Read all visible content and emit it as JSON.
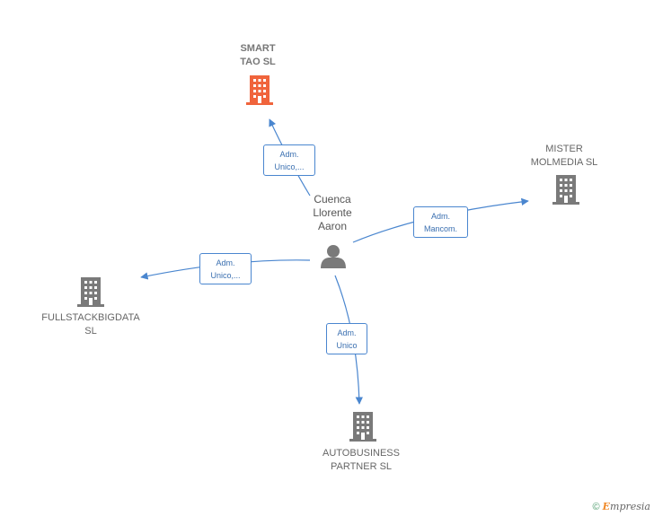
{
  "center": {
    "name": "Cuenca\nLlorente\nAaron"
  },
  "companies": [
    {
      "name": "SMART\nTAO  SL",
      "highlight": true
    },
    {
      "name": "MISTER\nMOLMEDIA SL"
    },
    {
      "name": "FULLSTACKBIGDATA\nSL"
    },
    {
      "name": "AUTOBUSINESS\nPARTNER  SL"
    }
  ],
  "edges": [
    {
      "label": "Adm.\nUnico,..."
    },
    {
      "label": "Adm.\nMancom."
    },
    {
      "label": "Adm.\nUnico,..."
    },
    {
      "label": "Adm.\nUnico"
    }
  ],
  "colors": {
    "edge": "#4a86cf",
    "building_gray": "#7a7a7a",
    "building_highlight": "#f0643c",
    "person": "#7a7a7a"
  },
  "icons": {
    "company": "building-icon",
    "person": "person-icon"
  },
  "footer": {
    "copyright": "©",
    "brand_initial": "E",
    "brand_rest": "mpresia"
  }
}
